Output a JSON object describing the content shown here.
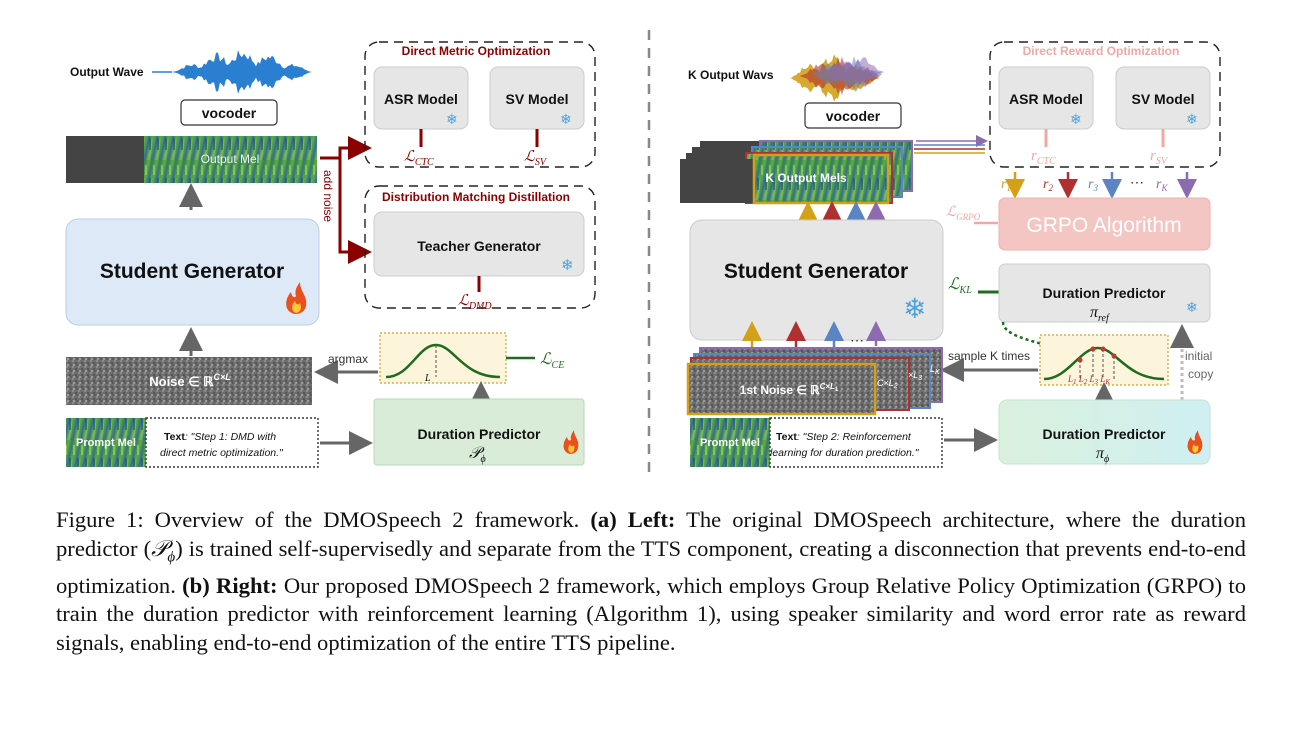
{
  "left": {
    "output_wave": "Output Wave",
    "vocoder": "vocoder",
    "output_mel": "Output Mel",
    "add_noise": "add noise",
    "dmo_title": "Direct Metric Optimization",
    "asr_model": "ASR Model",
    "sv_model": "SV Model",
    "loss_ctc": "ℒ",
    "loss_ctc_sub": "CTC",
    "loss_sv": "ℒ",
    "loss_sv_sub": "SV",
    "dmd_title": "Distribution Matching Distillation",
    "teacher_generator": "Teacher Generator",
    "loss_dmd": "ℒ",
    "loss_dmd_sub": "DMD",
    "student_generator": "Student Generator",
    "noise": "Noise ∈ ℝ",
    "noise_sup": "C×L",
    "argmax": "argmax",
    "L_mark": "L",
    "loss_ce": "ℒ",
    "loss_ce_sub": "CE",
    "prompt_mel": "Prompt Mel",
    "text_label": "Text",
    "text_quote_1": ": \"Step 1: DMD with",
    "text_quote_2": "direct metric optimization.\"",
    "duration_predictor": "Duration Predictor",
    "p_phi": "𝒫",
    "p_phi_sub": "ϕ"
  },
  "right": {
    "k_output_wavs": "K Output Wavs",
    "vocoder": "vocoder",
    "k_output_mels": "K Output Mels",
    "dro_title": "Direct Reward Optimization",
    "asr_model": "ASR Model",
    "sv_model": "SV Model",
    "r_ctc": "r",
    "r_ctc_sub": "CTC",
    "r_sv": "r",
    "r_sv_sub": "SV",
    "rewards": [
      "r",
      "r",
      "r",
      "⋯",
      "r"
    ],
    "reward_subs": [
      "1",
      "2",
      "3",
      "",
      "K"
    ],
    "loss_grpo": "ℒ",
    "loss_grpo_sub": "GRPO",
    "grpo_algorithm": "GRPO Algorithm",
    "student_generator": "Student Generator",
    "loss_kl": "ℒ",
    "loss_kl_sub": "KL",
    "duration_predictor_ref": "Duration Predictor",
    "pi_ref": "π",
    "pi_ref_sub": "ref",
    "dots": "⋯",
    "noise_1st": "1st Noise ∈ ℝ",
    "noise_1st_sup": "C×L",
    "noise_1st_sup2": "1",
    "noise_2_label": "C×L",
    "noise_2_sub": "2",
    "noise_3_label": "×L",
    "noise_3_sub": "3",
    "noise_k_label": "L",
    "noise_k_sub": "K",
    "sample_k": "sample K times",
    "l_marks": [
      "L",
      "L",
      "L",
      "L"
    ],
    "l_subs": [
      "1",
      "2",
      "3",
      "K"
    ],
    "initial_copy_1": "initial",
    "initial_copy_2": "copy",
    "prompt_mel": "Prompt Mel",
    "text_label": "Text",
    "text_quote_1": ": \"Step 2: Reinforcement",
    "text_quote_2": "learning for duration prediction.\"",
    "duration_predictor": "Duration Predictor",
    "pi_phi": "π",
    "pi_phi_sub": "ϕ"
  },
  "caption": {
    "prefix": "Figure 1: Overview of the DMOSpeech 2 framework. ",
    "a_label": "(a) Left:",
    "a_text_1": " The original DMOSpeech architecture, where the duration predictor (",
    "a_symbol": "𝒫",
    "a_symbol_sub": "ϕ",
    "a_text_2": ") is trained self-supervisedly and separate from the TTS component, creating a disconnection that prevents end-to-end optimization. ",
    "b_label": "(b) Right:",
    "b_text": " Our proposed DMOSpeech 2 framework, which employs Group Relative Policy Optimization (GRPO) to train the duration predictor with reinforcement learning (Algorithm 1), using speaker similarity and word error rate as reward signals, enabling end-to-end optimization of the entire TTS pipeline."
  },
  "colors": {
    "dark_red": "#8b0000",
    "green": "#1f6b1f",
    "student_blue": "#dde9f7",
    "duration_green": "#d8ecd8",
    "grpo_pink": "#f4c6c3",
    "gray_box": "#e6e6e6",
    "reward_colors": [
      "#d4a017",
      "#b03030",
      "#5b84c4",
      "#8c6bb1"
    ]
  }
}
